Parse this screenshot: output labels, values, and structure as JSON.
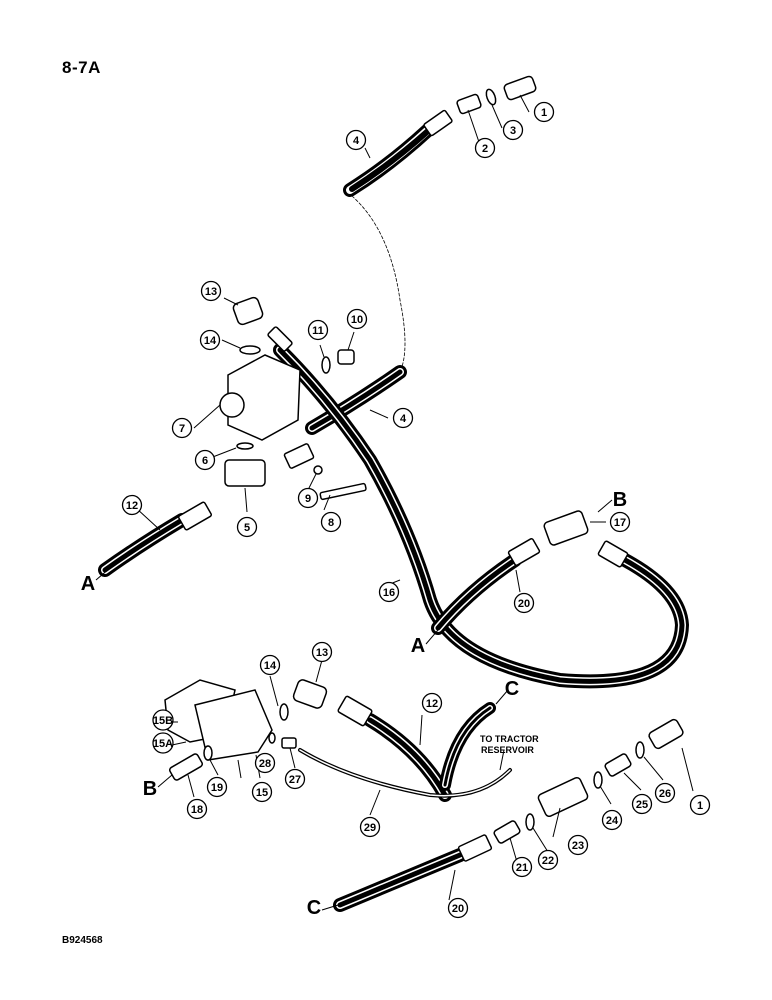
{
  "page": {
    "label": "8-7A",
    "figure_code": "B924568"
  },
  "note": {
    "line1": "TO TRACTOR",
    "line2": "RESERVOIR"
  },
  "callouts": [
    "1",
    "2",
    "3",
    "4",
    "4",
    "5",
    "6",
    "7",
    "8",
    "9",
    "10",
    "11",
    "12",
    "12",
    "13",
    "13",
    "14",
    "14",
    "15",
    "15A",
    "15B",
    "16",
    "17",
    "18",
    "19",
    "20",
    "20",
    "21",
    "22",
    "23",
    "24",
    "25",
    "26",
    "27",
    "28",
    "29",
    "1"
  ],
  "connectors": [
    "A",
    "A",
    "B",
    "B",
    "C",
    "C"
  ]
}
